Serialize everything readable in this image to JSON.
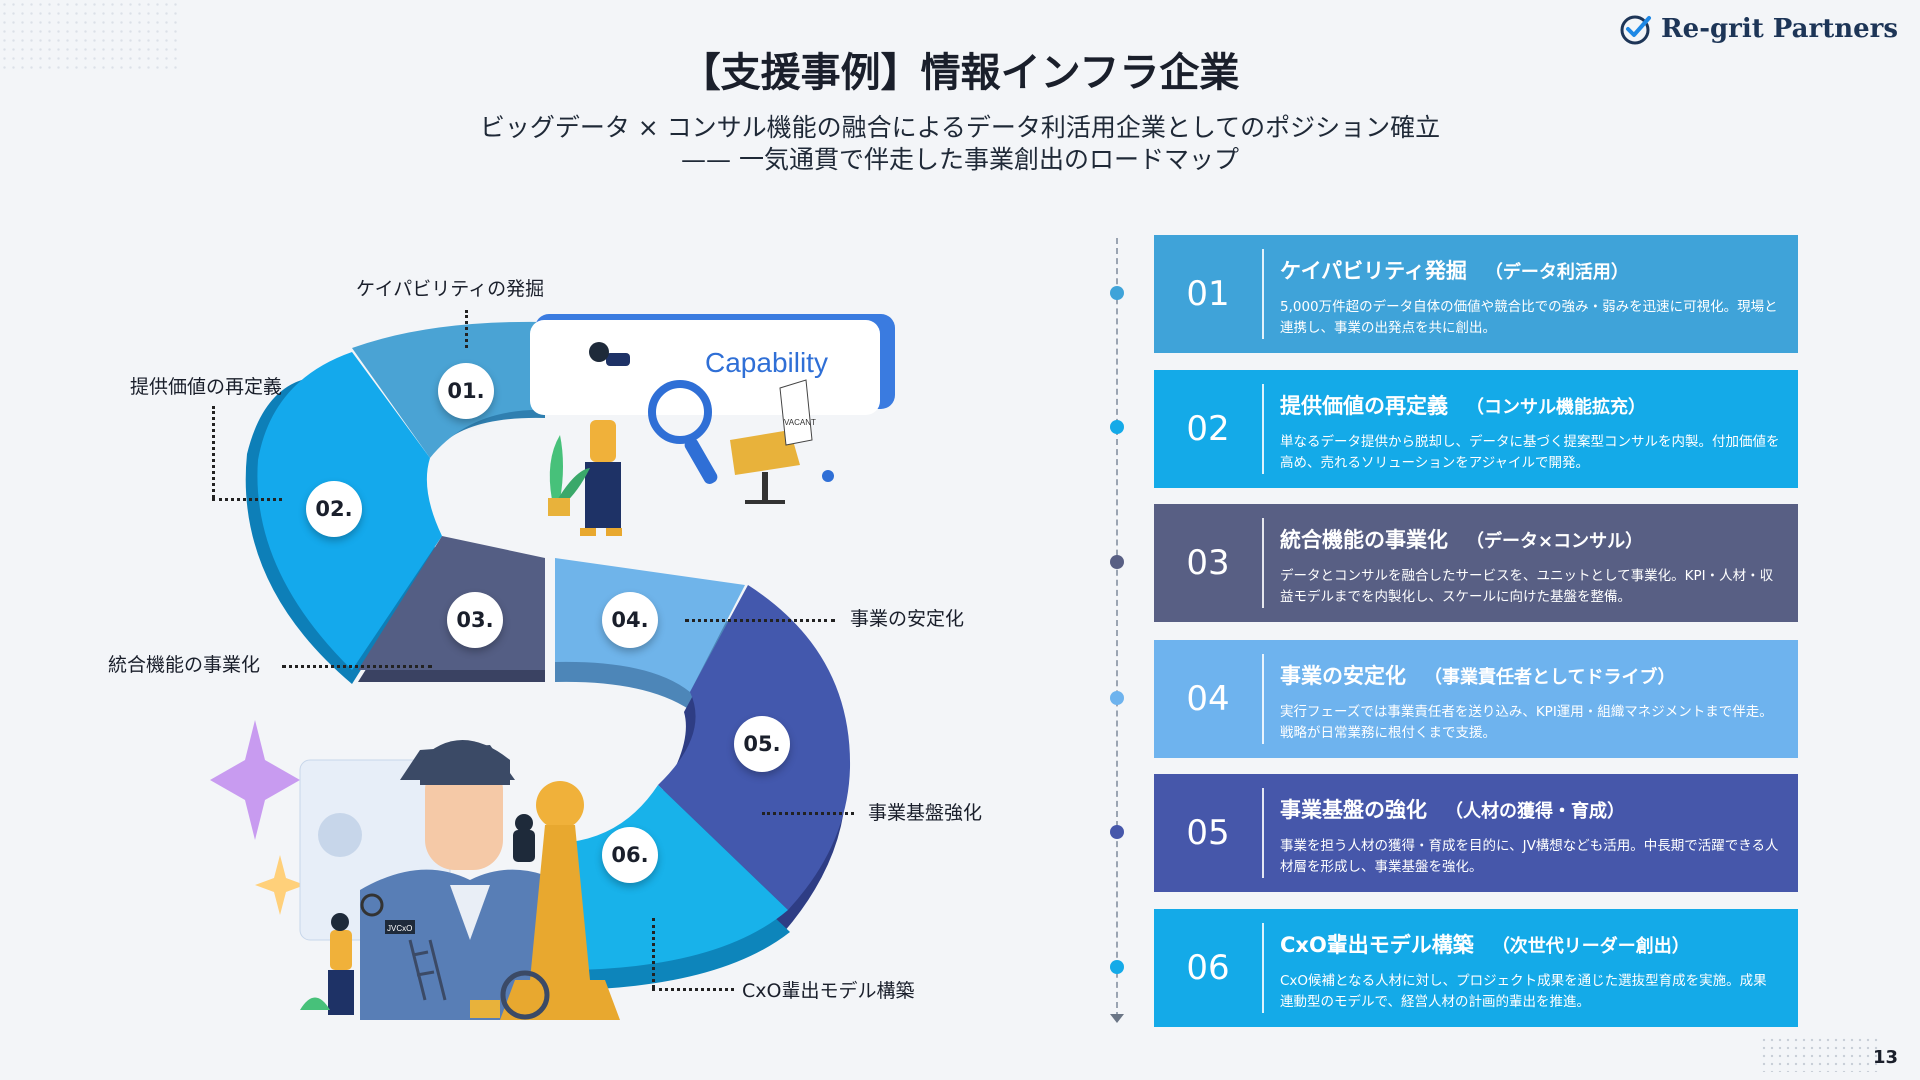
{
  "title": "【支援事例】情報インフラ企業",
  "subtitle_line1": "ビッグデータ × コンサル機能の融合によるデータ利活用企業としてのポジション確立",
  "subtitle_line2": "—— 一気通貫で伴走した事業創出のロードマップ",
  "logo": {
    "text": "Re-grit Partners",
    "icon": "check-circle-icon"
  },
  "illustration": {
    "capability_text": "Capability",
    "vacant_sign": "VACANT",
    "badge_text": "JVCxO"
  },
  "diagram": {
    "segments": [
      {
        "num": "01.",
        "label": "ケイパビリティの発掘",
        "color": "#4aa3d4"
      },
      {
        "num": "02.",
        "label": "提供価値の再定義",
        "color": "#14a9ec"
      },
      {
        "num": "03.",
        "label": "統合機能の事業化",
        "color": "#545e84"
      },
      {
        "num": "04.",
        "label": "事業の安定化",
        "color": "#6fb4ea"
      },
      {
        "num": "05.",
        "label": "事業基盤強化",
        "color": "#4358ad"
      },
      {
        "num": "06.",
        "label": "CxO輩出モデル構築",
        "color": "#18b2ea"
      }
    ]
  },
  "cards": [
    {
      "num": "01",
      "title": "ケイパビリティ発掘",
      "paren": "（データ利活用）",
      "desc": "5,000万件超のデータ自体の価値や競合比での強み・弱みを迅速に可視化。現場と連携し、事業の出発点を共に創出。",
      "color": "#3fa3d9"
    },
    {
      "num": "02",
      "title": "提供価値の再定義",
      "paren": "（コンサル機能拡充）",
      "desc": "単なるデータ提供から脱却し、データに基づく提案型コンサルを内製。付加価値を高め、売れるソリューションをアジャイルで開発。",
      "color": "#14aae8"
    },
    {
      "num": "03",
      "title": "統合機能の事業化",
      "paren": "（データ×コンサル）",
      "desc": "データとコンサルを融合したサービスを、ユニットとして事業化。KPI・人材・収益モデルまでを内製化し、スケールに向けた基盤を整備。",
      "color": "#585f84"
    },
    {
      "num": "04",
      "title": "事業の安定化",
      "paren": "（事業責任者としてドライブ）",
      "desc": "実行フェーズでは事業責任者を送り込み、KPI運用・組織マネジメントまで伴走。戦略が日常業務に根付くまで支援。",
      "color": "#6eb3ee"
    },
    {
      "num": "05",
      "title": "事業基盤の強化",
      "paren": "（人材の獲得・育成）",
      "desc": "事業を担う人材の獲得・育成を目的に、JV構想なども活用。中長期で活躍できる人材層を形成し、事業基盤を強化。",
      "color": "#4657aa"
    },
    {
      "num": "06",
      "title": "CxO輩出モデル構築",
      "paren": "（次世代リーダー創出）",
      "desc": "CxO候補となる人材に対し、プロジェクト成果を通じた選抜型育成を実施。成果連動型のモデルで、経営人材の計画的輩出を推進。",
      "color": "#14aae8"
    }
  ],
  "page_number": "13"
}
